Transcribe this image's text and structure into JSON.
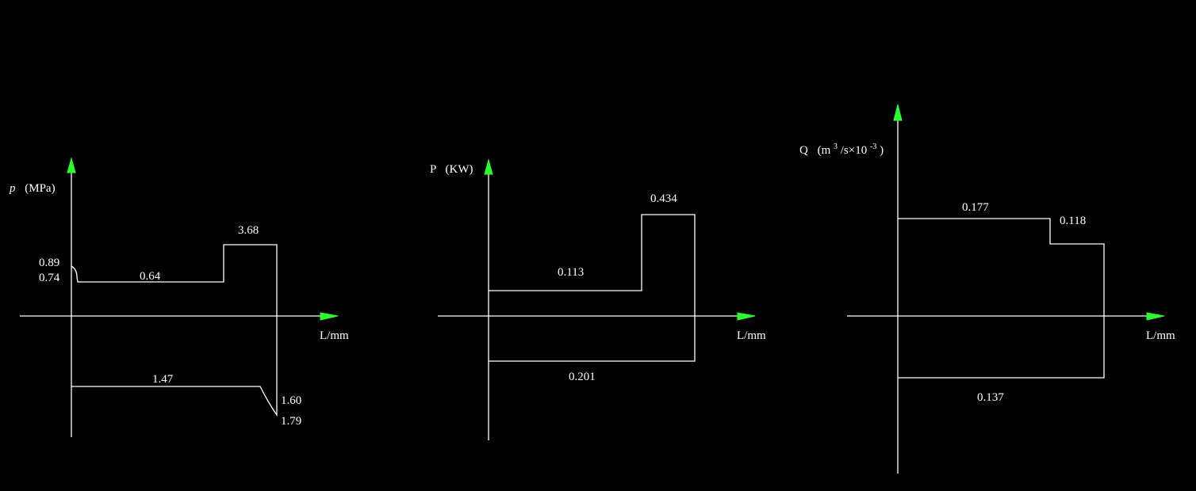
{
  "colors": {
    "background": "#000000",
    "lines": "#ffffff",
    "arrows": "#2cff2c"
  },
  "chart_data": [
    {
      "type": "step-diagram",
      "y_axis_label": {
        "symbol": "p",
        "unit": "(MPa)"
      },
      "x_axis_label": "L/mm",
      "upper_labels": [
        "0.89",
        "0.74",
        "0.64",
        "3.68"
      ],
      "lower_labels": [
        "1.47",
        "1.60",
        "1.79"
      ]
    },
    {
      "type": "step-diagram",
      "y_axis_label": {
        "symbol": "P",
        "unit": "(KW)"
      },
      "x_axis_label": "L/mm",
      "upper_labels": [
        "0.113",
        "0.434"
      ],
      "lower_labels": [
        "0.201"
      ]
    },
    {
      "type": "step-diagram",
      "y_axis_label": {
        "symbol": "Q",
        "unit_prefix": "(m",
        "unit_sup1": "3",
        "unit_mid": "/s×10",
        "unit_sup2": "-3",
        "unit_suffix": ")"
      },
      "x_axis_label": "L/mm",
      "upper_labels": [
        "0.177",
        "0.118"
      ],
      "lower_labels": [
        "0.137"
      ]
    }
  ]
}
